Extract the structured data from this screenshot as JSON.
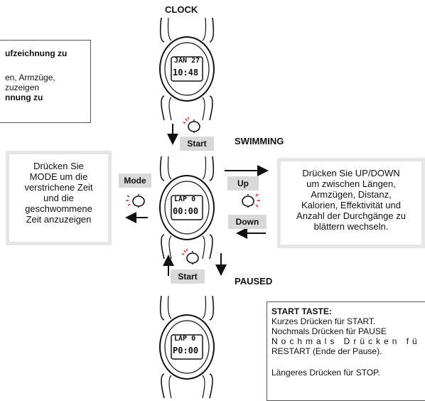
{
  "states": {
    "clock": "CLOCK",
    "swimming": "SWIMMING",
    "paused": "PAUSED"
  },
  "buttons": {
    "start_top": "Start",
    "start_bottom": "Start",
    "mode": "Mode",
    "up": "Up",
    "down": "Down"
  },
  "watch_top": {
    "line1": "JAN 27",
    "line2": "10:48"
  },
  "watch_mid": {
    "line1": "LAP 0",
    "line2": "00:00"
  },
  "watch_bot": {
    "line1": "LAP 0",
    "line2": "P0:00"
  },
  "top_left_box": {
    "line1": "ufzeichnung zu",
    "line2": "en, Armzüge,",
    "line3": "zuzeigen",
    "line4": "nnung zu"
  },
  "mode_box": [
    "Drücken Sie",
    "MODE um die",
    "verstrichene Zeit",
    "und die",
    "geschwommene",
    "Zeit anzuzeigen"
  ],
  "updown_box": [
    "Drücken Sie UP/DOWN",
    "um zwischen Längen,",
    "Armzügen, Distanz,",
    "Kalorien, Effektivität und",
    "Anzahl der Durchgänge zu",
    "blättern wechseln."
  ],
  "start_info": {
    "title": "START TASTE:",
    "lines": [
      "Kurzes Drücken für START.",
      "Nochmals Drücken für PAUSE",
      "Nochmals Drücken fü",
      "RESTART (Ende der Pause).",
      "",
      "Längeres Drücken für STOP."
    ]
  },
  "colors": {
    "press_red": "#e02020",
    "box_border": "#e6e6e6",
    "button_bg": "#d9d9d9"
  }
}
